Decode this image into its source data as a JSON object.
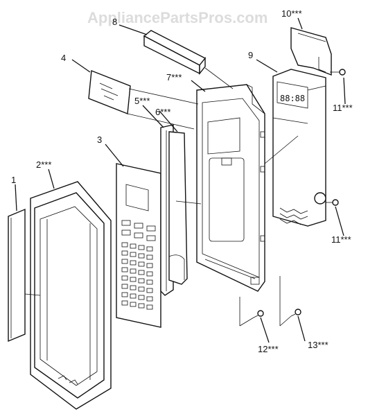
{
  "watermark": "AppliancePartsPros.com",
  "labels": {
    "p1": "1",
    "p2": "2***",
    "p3": "3",
    "p4": "4",
    "p5": "5***",
    "p6": "6***",
    "p7": "7***",
    "p8": "8",
    "p9": "9",
    "p10": "10***",
    "p11a": "11***",
    "p11b": "11***",
    "p12": "12***",
    "p13": "13***"
  },
  "display_digits": "88:88"
}
